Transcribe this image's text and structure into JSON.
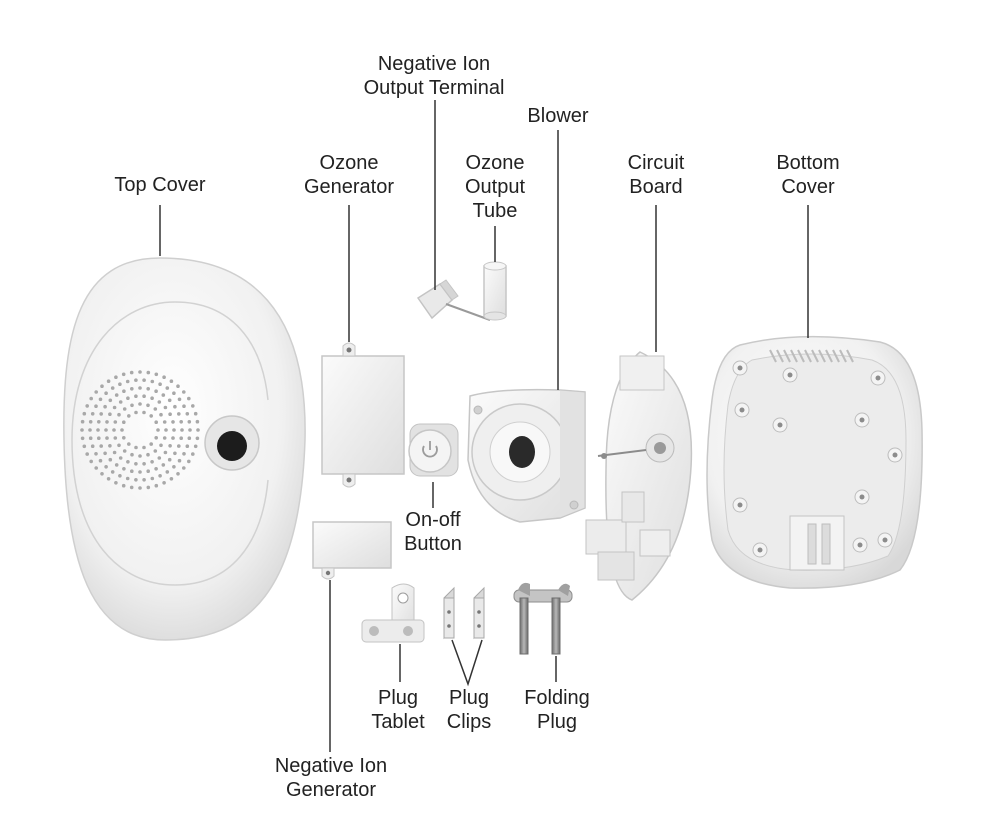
{
  "labels": {
    "top_cover": [
      "Top Cover"
    ],
    "ozone_generator": [
      "Ozone",
      "Generator"
    ],
    "negative_ion_output_terminal": [
      "Negative Ion",
      "Output Terminal"
    ],
    "ozone_output_tube": [
      "Ozone",
      "Output",
      "Tube"
    ],
    "blower": [
      "Blower"
    ],
    "circuit_board": [
      "Circuit",
      "Board"
    ],
    "bottom_cover": [
      "Bottom",
      "Cover"
    ],
    "on_off_button": [
      "On-off",
      "Button"
    ],
    "plug_tablet": [
      "Plug",
      "Tablet"
    ],
    "plug_clips": [
      "Plug",
      "Clips"
    ],
    "folding_plug": [
      "Folding",
      "Plug"
    ],
    "negative_ion_generator": [
      "Negative Ion",
      "Generator"
    ]
  },
  "colors": {
    "text": "#222222",
    "leader": "#333333",
    "part_fill": "#f3f3f3",
    "part_edge": "#c9c9c9",
    "metal": "#8a8a8a"
  }
}
